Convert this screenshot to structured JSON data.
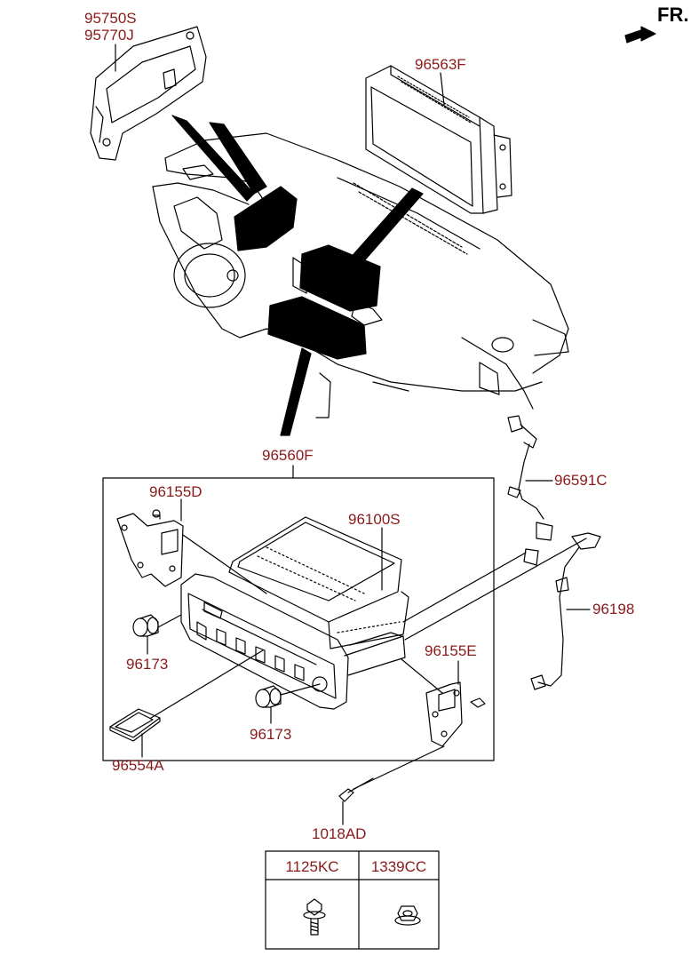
{
  "orientation": {
    "text": "FR."
  },
  "labels": {
    "p95750s": "95750S",
    "p95770j": "95770J",
    "p96563f": "96563F",
    "p96560f": "96560F",
    "p96155d": "96155D",
    "p96100s": "96100S",
    "p96591c": "96591C",
    "p96198": "96198",
    "p96173a": "96173",
    "p96173b": "96173",
    "p96155e": "96155E",
    "p96554a": "96554A",
    "p1018ad": "1018AD"
  },
  "fastener_table": {
    "headers": [
      "1125KC",
      "1339CC"
    ],
    "icons": [
      "flange-bolt-icon",
      "flange-nut-icon"
    ]
  },
  "colors": {
    "label": "#8a1a1a",
    "line": "#000000"
  }
}
